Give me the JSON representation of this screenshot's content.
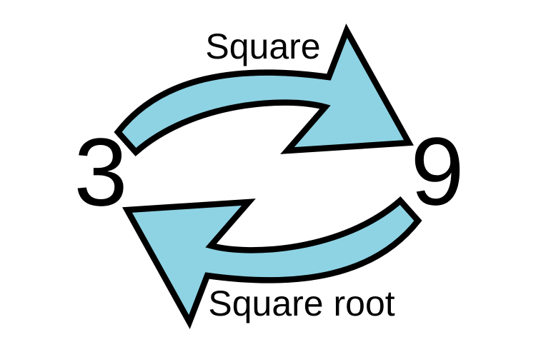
{
  "diagram": {
    "left_value": "3",
    "right_value": "9",
    "top_label": "Square",
    "bottom_label": "Square root",
    "relationship": "cycle",
    "colors": {
      "arrow_fill": "#8ed3e4",
      "arrow_outline": "#000000",
      "text": "#000000",
      "background": "#ffffff"
    }
  }
}
